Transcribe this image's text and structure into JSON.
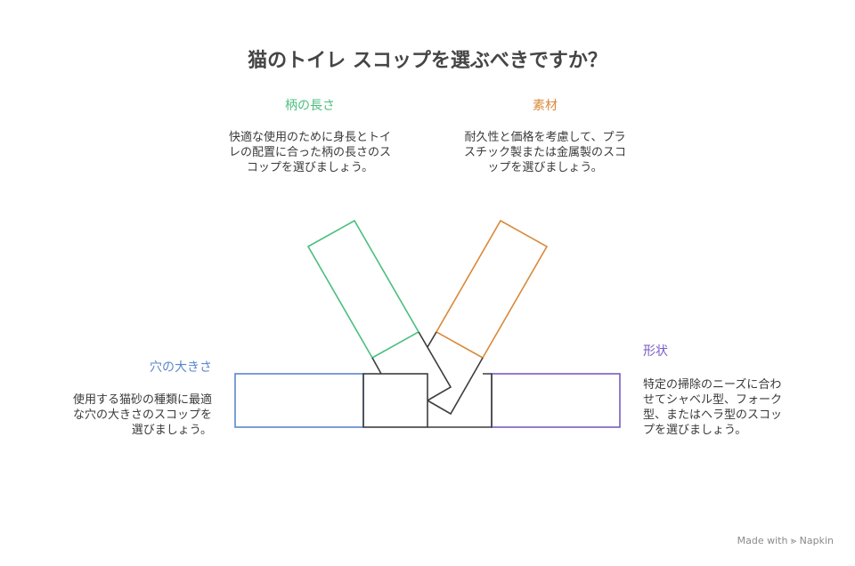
{
  "title": "猫のトイレ スコップを選ぶべきですか？",
  "colors": {
    "handle": "#4cbf7f",
    "material": "#d98a3a",
    "hole": "#5a86cc",
    "shape": "#7a5cc2",
    "hub": "#3d3d3d"
  },
  "nodes": {
    "handle": {
      "label": "柄の長さ",
      "description": "快適な使用のために身長とトイレの配置に合った柄の長さのスコップを選びましょう。"
    },
    "material": {
      "label": "素材",
      "description": "耐久性と価格を考慮して、プラスチック製または金属製のスコップを選びましょう。"
    },
    "hole": {
      "label": "穴の大きさ",
      "description": "使用する猫砂の種類に最適な穴の大きさのスコップを選びましょう。"
    },
    "shape": {
      "label": "形状",
      "description": "特定の掃除のニーズに合わせてシャベル型、フォーク型、またはヘラ型のスコップを選びましょう。"
    }
  },
  "brand": {
    "icon": "napkin-logo-icon",
    "text": "Made with ⪢ Napkin"
  }
}
